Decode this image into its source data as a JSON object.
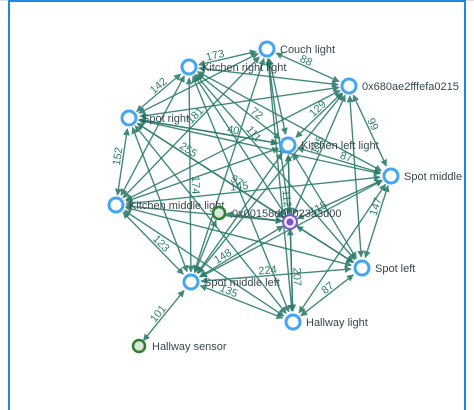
{
  "nodes": [
    {
      "id": "couch",
      "label": "Couch light",
      "kind": "router"
    },
    {
      "id": "kitchen_right",
      "label": "Kitchen right light",
      "kind": "router"
    },
    {
      "id": "zb1",
      "label": "0x680ae2fffefa0215",
      "kind": "router"
    },
    {
      "id": "spot_right",
      "label": "Spot right",
      "kind": "router"
    },
    {
      "id": "kitchen_left",
      "label": "Kitchen left light",
      "kind": "router"
    },
    {
      "id": "spot_middle",
      "label": "Spot middle",
      "kind": "router"
    },
    {
      "id": "kitchen_middle",
      "label": "Kitchen middle light",
      "kind": "router"
    },
    {
      "id": "zb2",
      "label": "0x00158d00023a3d00",
      "kind": "end"
    },
    {
      "id": "coordinator",
      "label": "",
      "kind": "coordinator"
    },
    {
      "id": "spot_left",
      "label": "Spot left",
      "kind": "router"
    },
    {
      "id": "spot_middle_left",
      "label": "Spot middle left",
      "kind": "router"
    },
    {
      "id": "hallway_light",
      "label": "Hallway light",
      "kind": "router"
    },
    {
      "id": "hallway_sensor",
      "label": "Hallway sensor",
      "kind": "end"
    }
  ],
  "links": [
    {
      "s": "kitchen_right",
      "t": "couch",
      "lqi": "173"
    },
    {
      "s": "couch",
      "t": "zb1",
      "lqi": "88"
    },
    {
      "s": "spot_right",
      "t": "kitchen_right",
      "lqi": "142"
    },
    {
      "s": "kitchen_left",
      "t": "kitchen_right",
      "lqi": "72"
    },
    {
      "s": "zb1",
      "t": "spot_middle",
      "lqi": "99"
    },
    {
      "s": "kitchen_middle",
      "t": "spot_right",
      "lqi": "152"
    },
    {
      "s": "kitchen_left",
      "t": "spot_right",
      "lqi": "40"
    },
    {
      "s": "zb1",
      "t": "kitchen_left",
      "lqi": "129"
    },
    {
      "s": "kitchen_left",
      "t": "spot_middle",
      "lqi": "87"
    },
    {
      "s": "spot_middle",
      "t": "spot_left",
      "lqi": "147"
    },
    {
      "s": "kitchen_middle",
      "t": "spot_middle",
      "lqi": "145"
    },
    {
      "s": "kitchen_middle",
      "t": "spot_middle_left",
      "lqi": "123"
    },
    {
      "s": "spot_middle_left",
      "t": "coordinator",
      "lqi": "148"
    },
    {
      "s": "spot_middle_left",
      "t": "spot_left",
      "lqi": "224"
    },
    {
      "s": "hallway_light",
      "t": "spot_left",
      "lqi": "87"
    },
    {
      "s": "spot_middle_left",
      "t": "hallway_light",
      "lqi": "135"
    },
    {
      "s": "hallway_sensor",
      "t": "spot_middle_left",
      "lqi": "101"
    },
    {
      "s": "couch",
      "t": "hallway_light",
      "lqi": "112"
    },
    {
      "s": "kitchen_right",
      "t": "spot_left",
      "lqi": "111"
    },
    {
      "s": "spot_right",
      "t": "spot_left",
      "lqi": "97"
    },
    {
      "s": "kitchen_middle",
      "t": "couch",
      "lqi": "181"
    },
    {
      "s": "spot_right",
      "t": "coordinator",
      "lqi": "255"
    },
    {
      "s": "spot_middle_left",
      "t": "kitchen_right",
      "lqi": "174"
    },
    {
      "s": "coordinator",
      "t": "hallway_light",
      "lqi": "207"
    },
    {
      "s": "spot_middle",
      "t": "spot_middle_left",
      "lqi": "115"
    },
    {
      "s": "zb1",
      "t": "coordinator",
      "lqi": "195"
    }
  ]
}
